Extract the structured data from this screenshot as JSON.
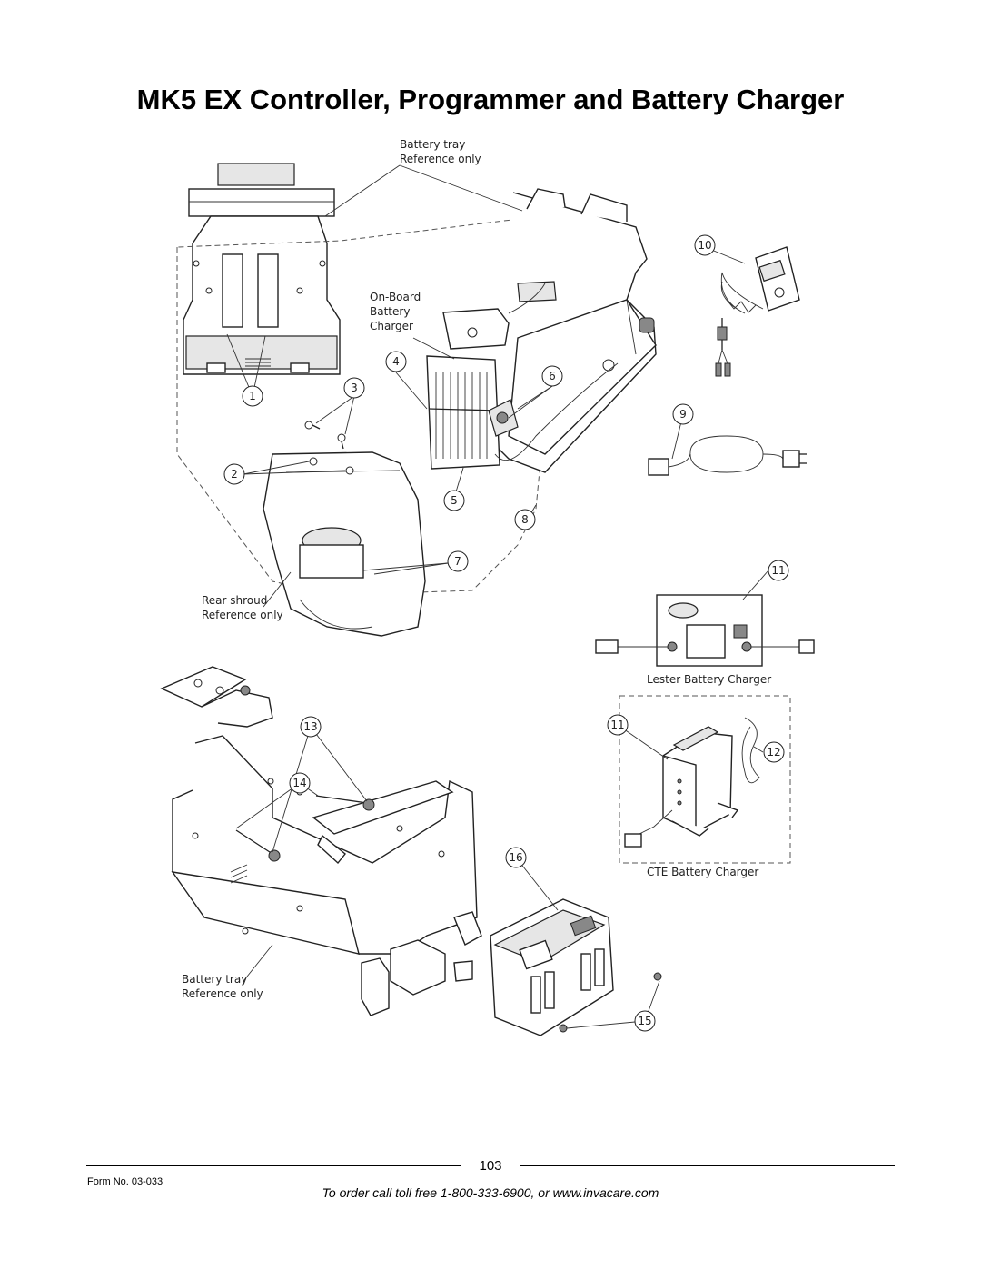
{
  "page": {
    "title": "MK5 EX Controller, Programmer and Battery Charger"
  },
  "callouts": {
    "battery_tray_top_1": "Battery tray",
    "battery_tray_top_2": "Reference only",
    "onboard_1": "On-Board",
    "onboard_2": "Battery",
    "onboard_3": "Charger",
    "rear_shroud_1": "Rear shroud",
    "rear_shroud_2": "Reference only",
    "lester": "Lester Battery Charger",
    "cte": "CTE Battery Charger",
    "battery_tray_bottom_1": "Battery tray",
    "battery_tray_bottom_2": "Reference only"
  },
  "item_numbers": [
    "1",
    "2",
    "3",
    "4",
    "5",
    "6",
    "7",
    "8",
    "9",
    "10",
    "11",
    "11",
    "12",
    "13",
    "14",
    "15",
    "16"
  ],
  "footer": {
    "page_number": "103",
    "form_number": "Form No.  03-033",
    "order_text": "To order call toll free 1-800-333-6900, or www.invacare.com"
  }
}
